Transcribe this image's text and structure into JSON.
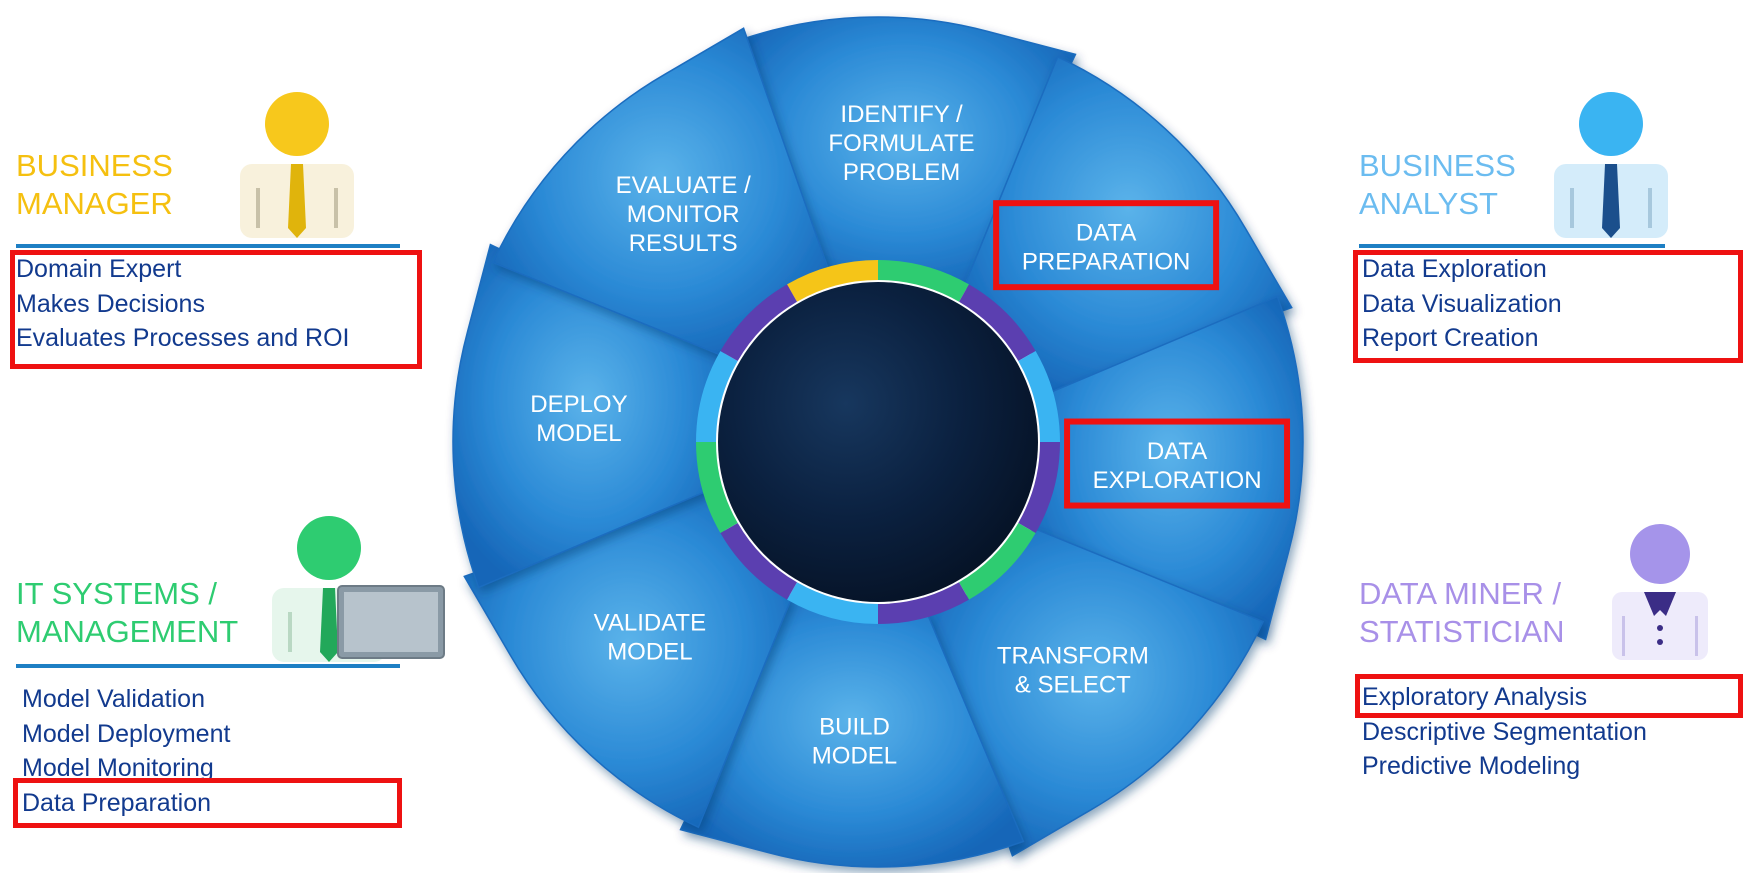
{
  "wheel": {
    "stages": [
      {
        "id": "identify",
        "lines": [
          "IDENTIFY /",
          "FORMULATE",
          "PROBLEM"
        ],
        "highlighted": false
      },
      {
        "id": "data-preparation",
        "lines": [
          "DATA",
          "PREPARATION"
        ],
        "highlighted": true
      },
      {
        "id": "data-exploration",
        "lines": [
          "DATA",
          "EXPLORATION"
        ],
        "highlighted": true
      },
      {
        "id": "transform-select",
        "lines": [
          "TRANSFORM",
          "& SELECT"
        ],
        "highlighted": false
      },
      {
        "id": "build-model",
        "lines": [
          "BUILD",
          "MODEL"
        ],
        "highlighted": false
      },
      {
        "id": "validate-model",
        "lines": [
          "VALIDATE",
          "MODEL"
        ],
        "highlighted": false
      },
      {
        "id": "deploy-model",
        "lines": [
          "DEPLOY",
          "MODEL"
        ],
        "highlighted": false
      },
      {
        "id": "evaluate-monitor",
        "lines": [
          "EVALUATE /",
          "MONITOR",
          "RESULTS"
        ],
        "highlighted": false
      }
    ],
    "ring_colors": [
      "#f5c518",
      "#2ecc71",
      "#5b3fb0",
      "#3ab4f2"
    ],
    "segment_color": "#2d8ad6"
  },
  "roles": {
    "business_manager": {
      "title_lines": [
        "BUSINESS",
        "MANAGER"
      ],
      "color": "#f5c010",
      "items": [
        "Domain Expert",
        "Makes Decisions",
        "Evaluates Processes and ROI"
      ],
      "icon": "business-manager-icon"
    },
    "business_analyst": {
      "title_lines": [
        "BUSINESS",
        "ANALYST"
      ],
      "color": "#6bbcf0",
      "items": [
        "Data Exploration",
        "Data Visualization",
        "Report Creation"
      ],
      "icon": "business-analyst-icon"
    },
    "it_systems": {
      "title_lines": [
        "IT SYSTEMS /",
        "MANAGEMENT"
      ],
      "color": "#2ecc71",
      "items": [
        "Model Validation",
        "Model Deployment",
        "Model Monitoring",
        "Data Preparation"
      ],
      "icon": "it-systems-icon"
    },
    "data_miner": {
      "title_lines": [
        "DATA MINER /",
        "STATISTICIAN"
      ],
      "color": "#a890e8",
      "items": [
        "Exploratory Analysis",
        "Descriptive Segmentation",
        "Predictive Modeling"
      ],
      "icon": "data-miner-icon"
    }
  },
  "highlight_color": "#ee1111"
}
